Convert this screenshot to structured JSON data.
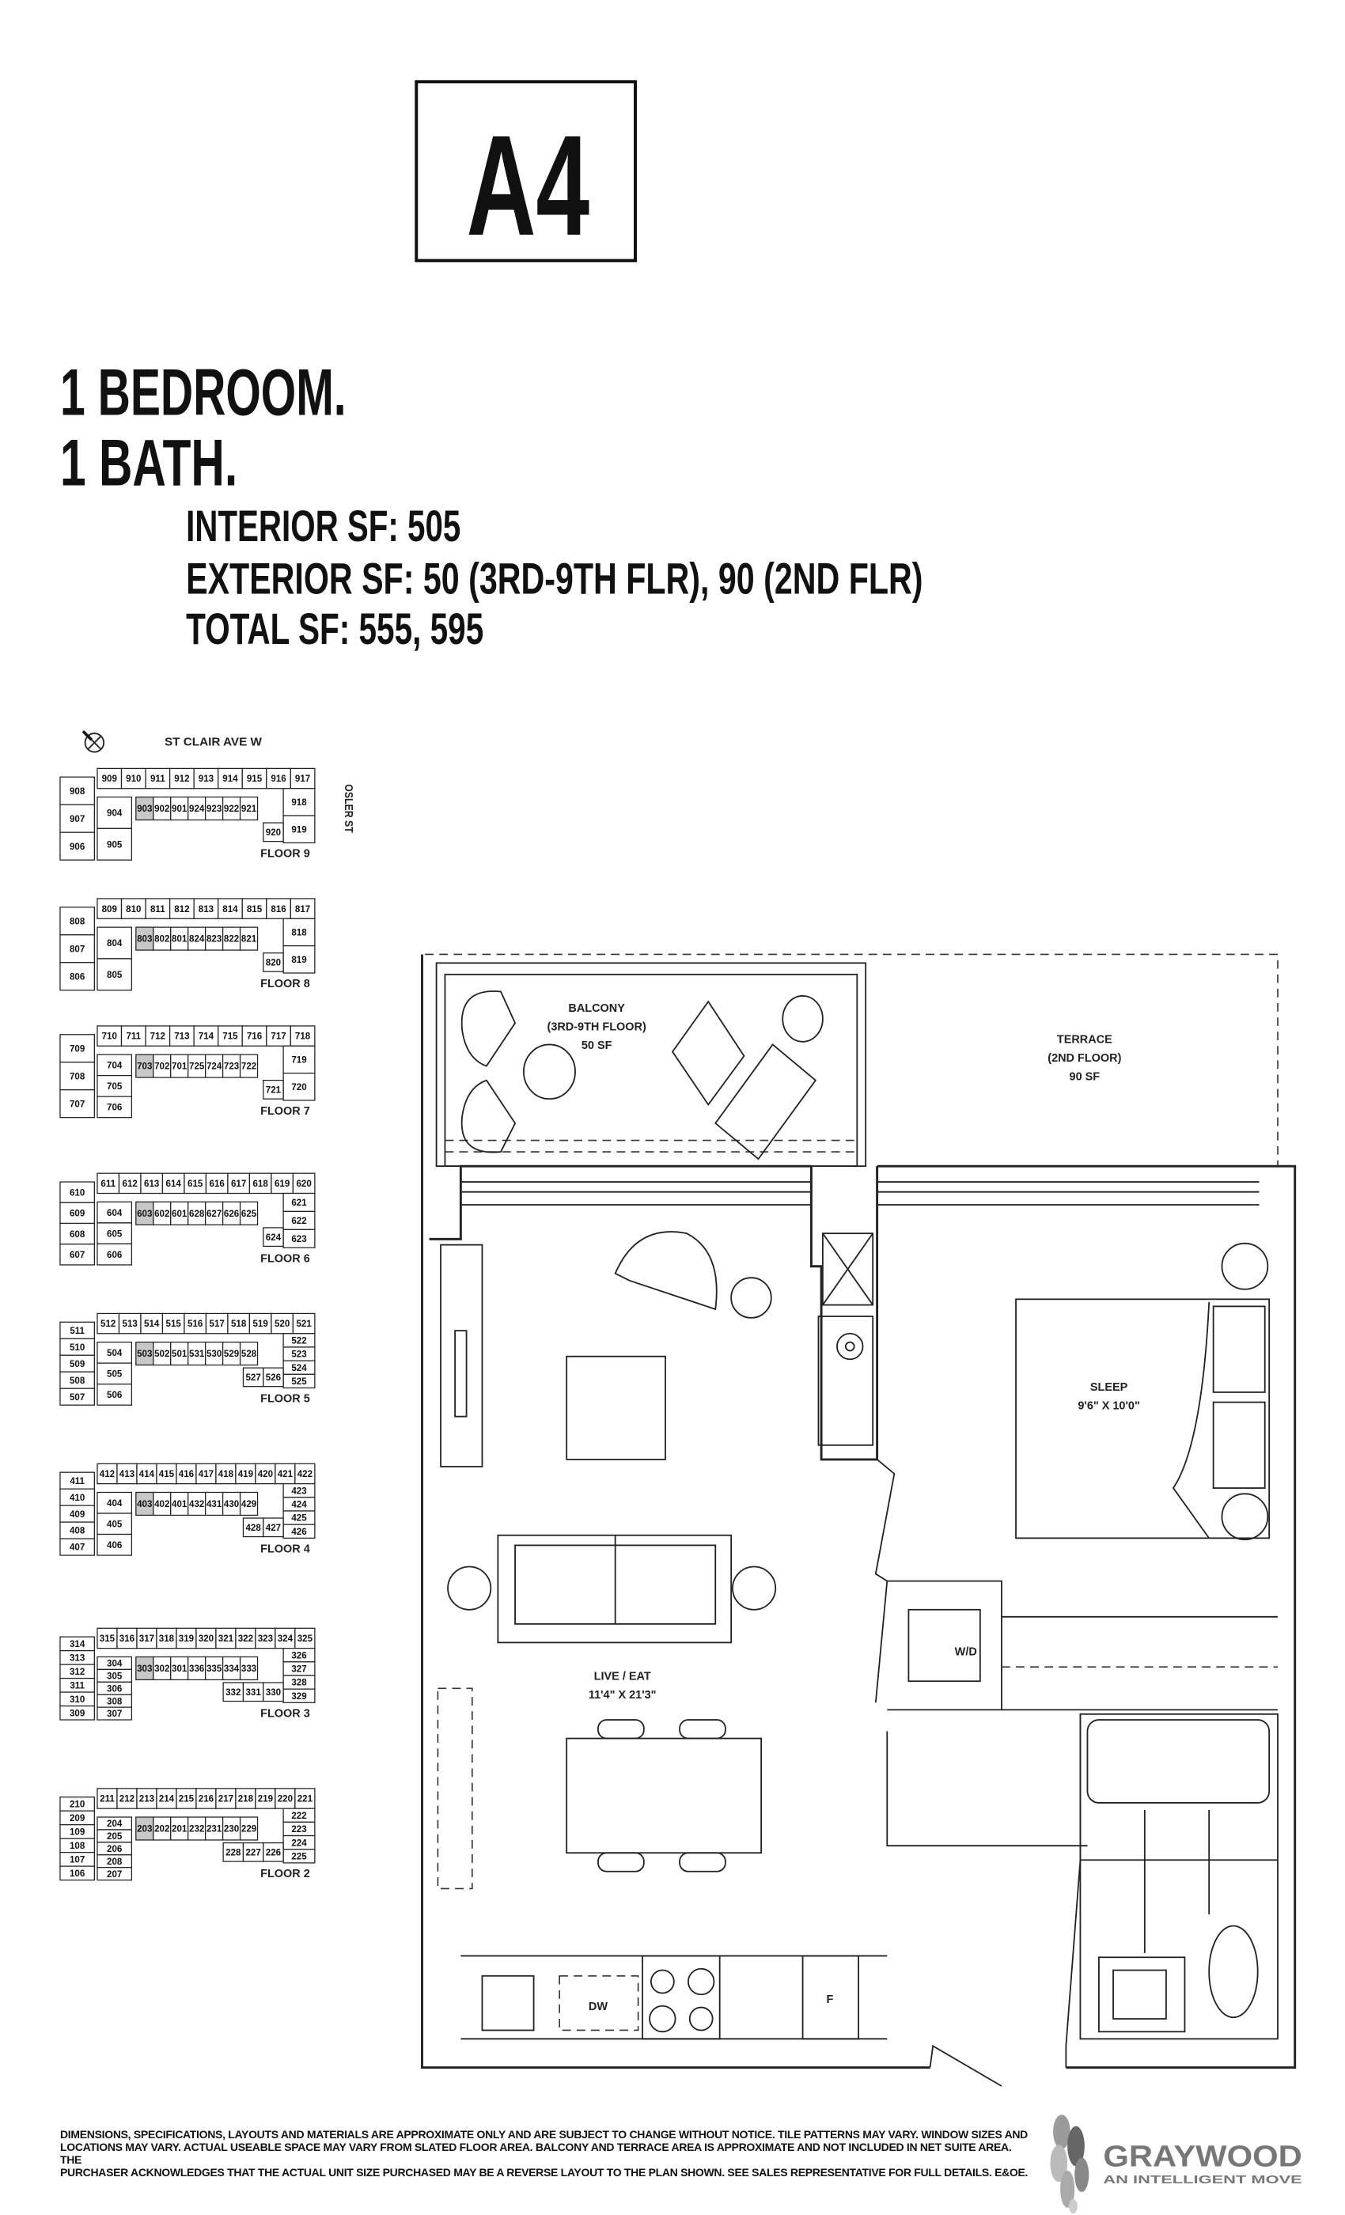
{
  "unit": {
    "model": "A4"
  },
  "summary": {
    "bedrooms": "1 BEDROOM.",
    "baths": "1 BATH.",
    "interior": "INTERIOR SF: 505",
    "exterior": "EXTERIOR SF: 50 (3RD-9TH FLR), 90 (2ND FLR)",
    "total": "TOTAL SF: 555, 595"
  },
  "keyplan": {
    "street_north": "ST CLAIR AVE W",
    "street_east": "OSLER ST",
    "highlight_color": "#c8c8c8",
    "floors": [
      {
        "label": "FLOOR 9",
        "highlight": "903",
        "top": [
          "909",
          "910",
          "911",
          "912",
          "913",
          "914",
          "915",
          "916",
          "917"
        ],
        "middle": [
          "903",
          "902",
          "901",
          "924",
          "923",
          "922",
          "921"
        ],
        "left": [
          "908",
          "907",
          "906"
        ],
        "left_inner": [
          "904",
          "905"
        ],
        "right": [
          "918",
          "919"
        ],
        "right_inner": [
          "920"
        ]
      },
      {
        "label": "FLOOR 8",
        "highlight": "803",
        "top": [
          "809",
          "810",
          "811",
          "812",
          "813",
          "814",
          "815",
          "816",
          "817"
        ],
        "middle": [
          "803",
          "802",
          "801",
          "824",
          "823",
          "822",
          "821"
        ],
        "left": [
          "808",
          "807",
          "806"
        ],
        "left_inner": [
          "804",
          "805"
        ],
        "right": [
          "818",
          "819"
        ],
        "right_inner": [
          "820"
        ]
      },
      {
        "label": "FLOOR 7",
        "highlight": "703",
        "top": [
          "710",
          "711",
          "712",
          "713",
          "714",
          "715",
          "716",
          "717",
          "718"
        ],
        "middle": [
          "703",
          "702",
          "701",
          "725",
          "724",
          "723",
          "722"
        ],
        "left": [
          "709",
          "708",
          "707"
        ],
        "left_inner": [
          "704",
          "705",
          "706"
        ],
        "right": [
          "719",
          "720"
        ],
        "right_inner": [
          "721"
        ]
      },
      {
        "label": "FLOOR 6",
        "highlight": "603",
        "top": [
          "611",
          "612",
          "613",
          "614",
          "615",
          "616",
          "617",
          "618",
          "619",
          "620"
        ],
        "middle": [
          "603",
          "602",
          "601",
          "628",
          "627",
          "626",
          "625"
        ],
        "left": [
          "610",
          "609",
          "608",
          "607"
        ],
        "left_inner": [
          "604",
          "605",
          "606"
        ],
        "right": [
          "621",
          "622",
          "623"
        ],
        "right_inner": [
          "624"
        ]
      },
      {
        "label": "FLOOR 5",
        "highlight": "503",
        "top": [
          "512",
          "513",
          "514",
          "515",
          "516",
          "517",
          "518",
          "519",
          "520",
          "521"
        ],
        "middle": [
          "503",
          "502",
          "501",
          "531",
          "530",
          "529",
          "528"
        ],
        "left": [
          "511",
          "510",
          "509",
          "508",
          "507"
        ],
        "left_inner": [
          "504",
          "505",
          "506"
        ],
        "right": [
          "522",
          "523",
          "524",
          "525"
        ],
        "right_inner": [
          "527",
          "526"
        ]
      },
      {
        "label": "FLOOR 4",
        "highlight": "403",
        "top": [
          "412",
          "413",
          "414",
          "415",
          "416",
          "417",
          "418",
          "419",
          "420",
          "421",
          "422"
        ],
        "middle": [
          "403",
          "402",
          "401",
          "432",
          "431",
          "430",
          "429"
        ],
        "left": [
          "411",
          "410",
          "409",
          "408",
          "407"
        ],
        "left_inner": [
          "404",
          "405",
          "406"
        ],
        "right": [
          "423",
          "424",
          "425",
          "426"
        ],
        "right_inner": [
          "428",
          "427"
        ]
      },
      {
        "label": "FLOOR 3",
        "highlight": "303",
        "top": [
          "315",
          "316",
          "317",
          "318",
          "319",
          "320",
          "321",
          "322",
          "323",
          "324",
          "325"
        ],
        "middle": [
          "303",
          "302",
          "301",
          "336",
          "335",
          "334",
          "333"
        ],
        "left": [
          "314",
          "313",
          "312",
          "311",
          "310",
          "309"
        ],
        "left_inner": [
          "304",
          "305",
          "306",
          "308",
          "307"
        ],
        "right": [
          "326",
          "327",
          "328",
          "329"
        ],
        "right_inner": [
          "332",
          "331",
          "330"
        ]
      },
      {
        "label": "FLOOR 2",
        "highlight": "203",
        "top": [
          "211",
          "212",
          "213",
          "214",
          "215",
          "216",
          "217",
          "218",
          "219",
          "220",
          "221"
        ],
        "middle": [
          "203",
          "202",
          "201",
          "232",
          "231",
          "230",
          "229"
        ],
        "left": [
          "210",
          "209",
          "109",
          "108",
          "107",
          "106"
        ],
        "left_inner": [
          "204",
          "205",
          "206",
          "208",
          "207"
        ],
        "right": [
          "222",
          "223",
          "224",
          "225"
        ],
        "right_inner": [
          "228",
          "227",
          "226"
        ]
      }
    ]
  },
  "plan": {
    "balcony": {
      "name": "BALCONY",
      "floors": "(3RD-9TH FLOOR)",
      "area": "50 SF"
    },
    "terrace": {
      "name": "TERRACE",
      "floors": "(2ND FLOOR)",
      "area": "90 SF"
    },
    "sleep": {
      "name": "SLEEP",
      "dims": "9'6\" X 10'0\""
    },
    "live": {
      "name": "LIVE / EAT",
      "dims": "11'4\" X 21'3\""
    },
    "washer_dryer": "W/D",
    "dishwasher": "DW",
    "fridge": "F"
  },
  "footer": {
    "disclaimer": [
      "DIMENSIONS, SPECIFICATIONS, LAYOUTS AND MATERIALS ARE APPROXIMATE ONLY AND ARE SUBJECT TO CHANGE WITHOUT NOTICE. TILE PATTERNS MAY VARY. WINDOW SIZES AND",
      "LOCATIONS MAY VARY. ACTUAL USEABLE SPACE MAY VARY FROM SLATED FLOOR AREA. BALCONY AND TERRACE AREA IS APPROXIMATE AND NOT INCLUDED IN NET SUITE AREA. THE",
      "PURCHASER ACKNOWLEDGES THAT THE ACTUAL UNIT SIZE PURCHASED MAY BE A REVERSE LAYOUT TO THE PLAN SHOWN. SEE SALES REPRESENTATIVE FOR FULL DETAILS. E&OE."
    ],
    "brand": "GRAYWOOD",
    "tagline": "AN INTELLIGENT MOVE"
  }
}
